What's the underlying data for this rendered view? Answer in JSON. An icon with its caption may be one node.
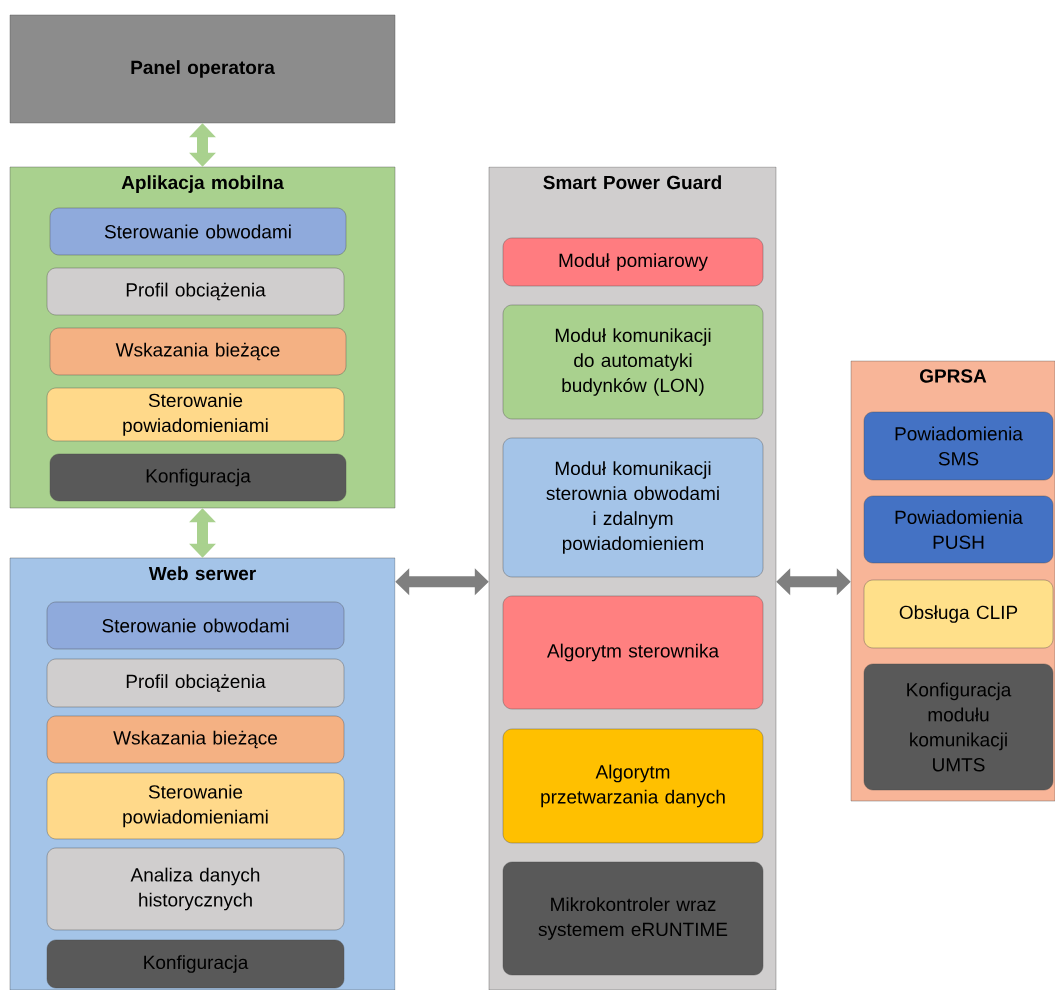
{
  "diagram": {
    "nodes": [
      {
        "text": [
          "Panel operatora"
        ]
      },
      {
        "text": [
          "Aplikacja mobilna"
        ]
      },
      {
        "text": [
          "Sterowanie obwodami"
        ],
        "in": 1
      },
      {
        "text": [
          "Profil obciążenia"
        ],
        "in": 1
      },
      {
        "text": [
          "Wskazania bieżące"
        ],
        "in": 1
      },
      {
        "text": [
          "Sterowanie powiadomieniami"
        ],
        "in": 1
      },
      {
        "text": [
          "Konfiguracja"
        ],
        "in": 1
      },
      {
        "text": [
          "Web serwer"
        ]
      },
      {
        "text": [
          "Sterowanie obwodami"
        ],
        "in": 7
      },
      {
        "text": [
          "Profil obciążenia"
        ],
        "in": 7
      },
      {
        "text": [
          "Wskazania bieżące"
        ],
        "in": 7
      },
      {
        "text": [
          "Sterowanie powiadomieniami"
        ],
        "in": 7
      },
      {
        "text": [
          "Analiza danych historycznych"
        ],
        "in": 7
      },
      {
        "text": [
          "Konfiguracja"
        ],
        "in": 7
      },
      {
        "text": [
          "Smart Power Guard"
        ]
      },
      {
        "text": [
          "Moduł pomiarowy"
        ],
        "in": 14
      },
      {
        "text": [
          "Moduł komunikacji do automatyki budynków (LON)"
        ],
        "in": 14
      },
      {
        "text": [
          "Moduł komunikacji sterownia obwodami i zdalnym powiadomieniem"
        ],
        "in": 14
      },
      {
        "text": [
          "Algorytm sterownika"
        ],
        "in": 14
      },
      {
        "text": [
          "Algorytm przetwarzania danych"
        ],
        "in": 14
      },
      {
        "text": [
          "Mikrokontroler wraz systemem eRUNTIME"
        ],
        "in": 14
      },
      {
        "text": [
          "GPRSA"
        ]
      },
      {
        "text": [
          "Powiadomienia SMS"
        ],
        "in": 21
      },
      {
        "text": [
          "Powiadomienia PUSH"
        ],
        "in": 21
      },
      {
        "text": [
          "Obsługa CLIP"
        ],
        "in": 21
      },
      {
        "text": [
          "Konfiguracja modułu komunikacji UMTS"
        ],
        "in": 21
      }
    ],
    "edges": [
      {
        "from": 0,
        "to": 1,
        "arrow": "both",
        "color": "#a9d18e"
      },
      {
        "from": 1,
        "to": 7,
        "arrow": "both",
        "color": "#a9d18e"
      },
      {
        "from": 7,
        "to": 14,
        "arrow": "both",
        "color": "#7f7f7f"
      },
      {
        "from": 14,
        "to": 21,
        "arrow": "both",
        "color": "#7f7f7f"
      }
    ]
  }
}
